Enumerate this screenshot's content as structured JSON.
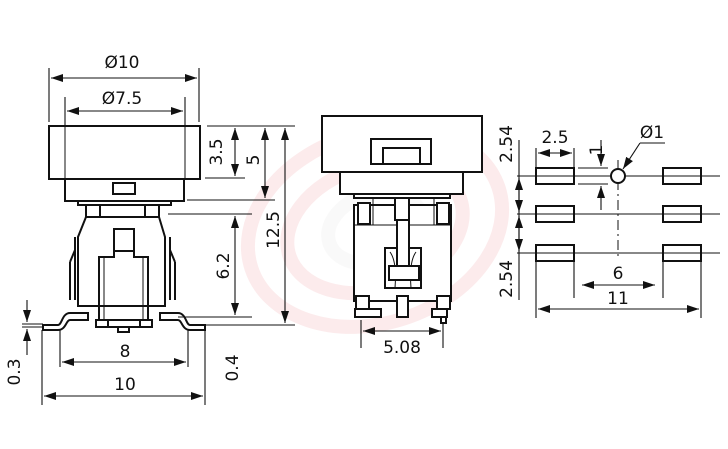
{
  "drawing": {
    "subject": "tactile switch mechanical drawing",
    "units": "mm",
    "colors": {
      "line": "#111111",
      "background": "#ffffff",
      "watermark": "#e0202a"
    }
  },
  "side_view": {
    "dims": {
      "cap_outer_dia": "Ø10",
      "cap_inner_dia": "Ø7.5",
      "cap_height": "3.5",
      "top_to_stem": "5",
      "total_height": "12.5",
      "body_height": "6.2",
      "terminal_span": "8",
      "overall_width": "10",
      "terminal_thickness": "0.3",
      "standoff": "0.4"
    }
  },
  "front_view": {
    "dims": {
      "pin_pitch": "5.08"
    }
  },
  "footprint": {
    "dims": {
      "pitch_top": "2.54",
      "pitch_bottom": "2.54",
      "pad_length": "2.5",
      "pad_width": "1",
      "hole_dia": "Ø1",
      "inner_span": "6",
      "outer_span": "11"
    }
  }
}
